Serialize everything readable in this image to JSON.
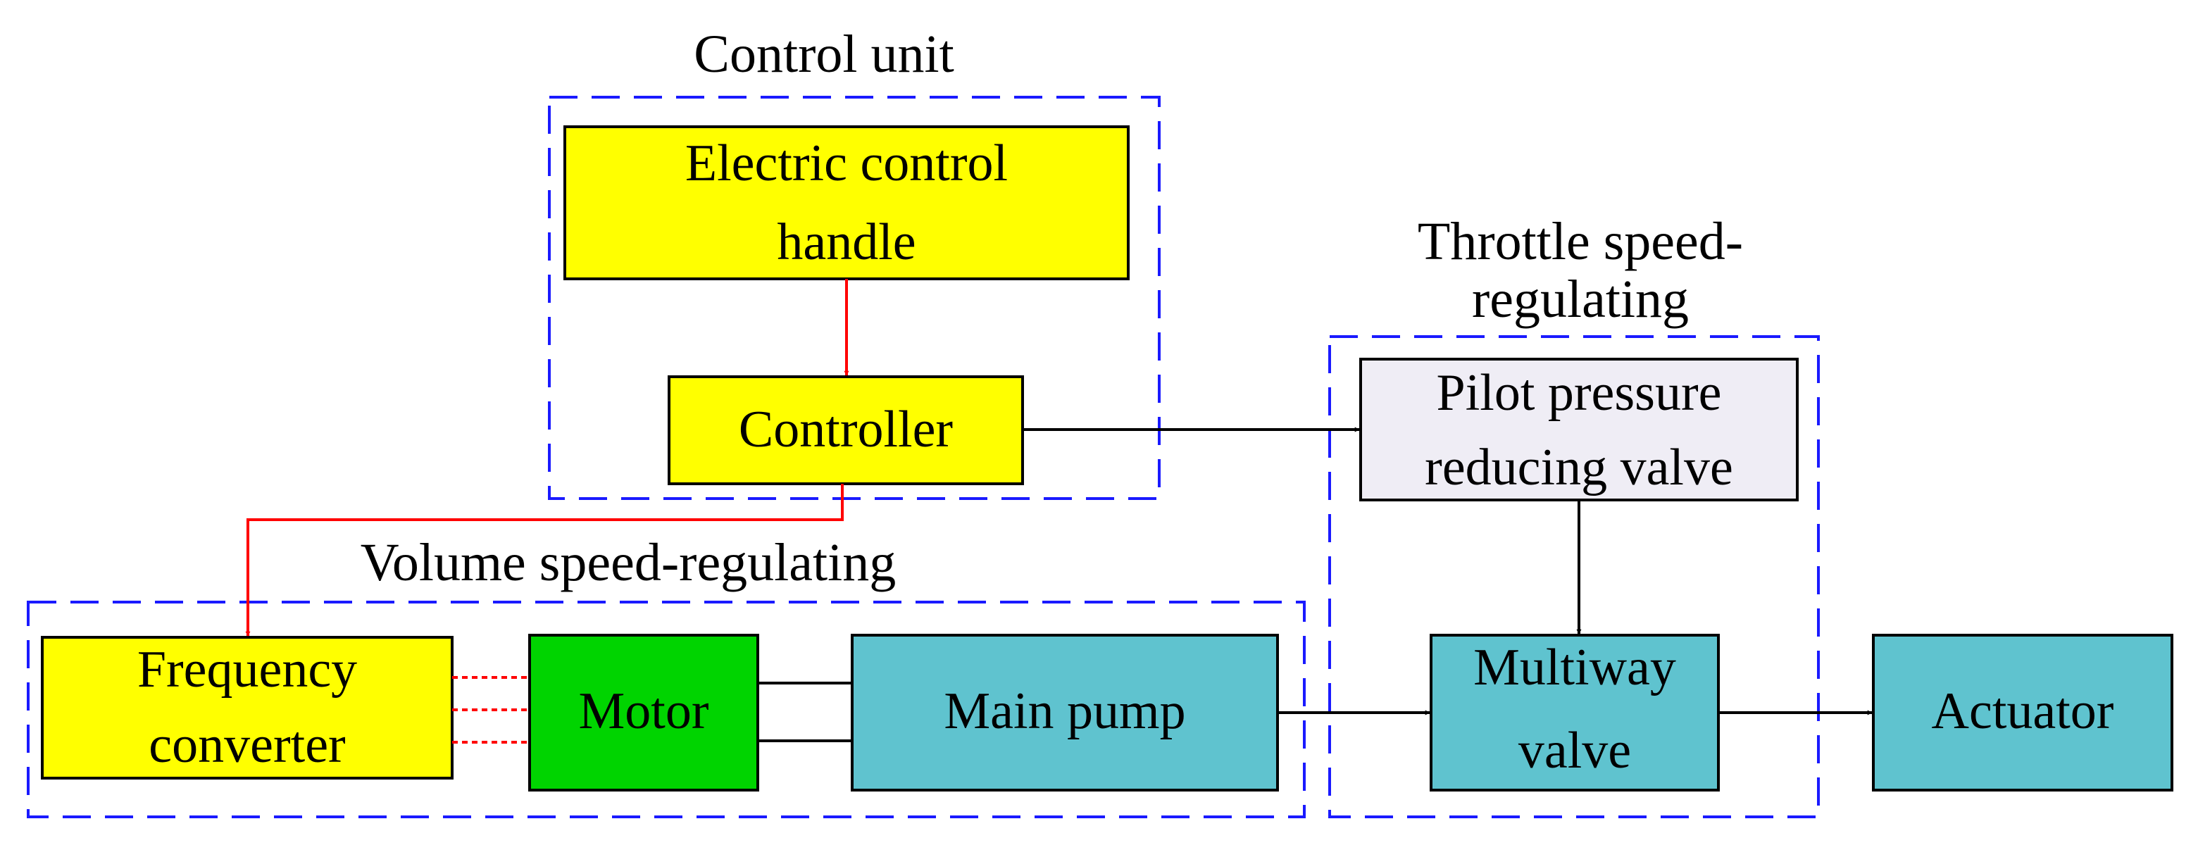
{
  "groups": {
    "control_unit": "Control unit",
    "throttle_line1": "Throttle speed-",
    "throttle_line2": "regulating",
    "volume": "Volume speed-regulating"
  },
  "blocks": {
    "handle_line1": "Electric control",
    "handle_line2": "handle",
    "controller": "Controller",
    "pilot_line1": "Pilot pressure",
    "pilot_line2": "reducing valve",
    "freq_line1": "Frequency",
    "freq_line2": "converter",
    "motor": "Motor",
    "main_pump": "Main pump",
    "multiway_line1": "Multiway",
    "multiway_line2": "valve",
    "actuator": "Actuator"
  },
  "colors": {
    "yellow_block": "#ffff00",
    "green_block": "#00d400",
    "cyan_block": "#5fc3cf",
    "pilot_block": "#efedf5",
    "group_border": "#1a1aff",
    "control_signal": "#ff0000",
    "hydraulic_line": "#000000"
  }
}
